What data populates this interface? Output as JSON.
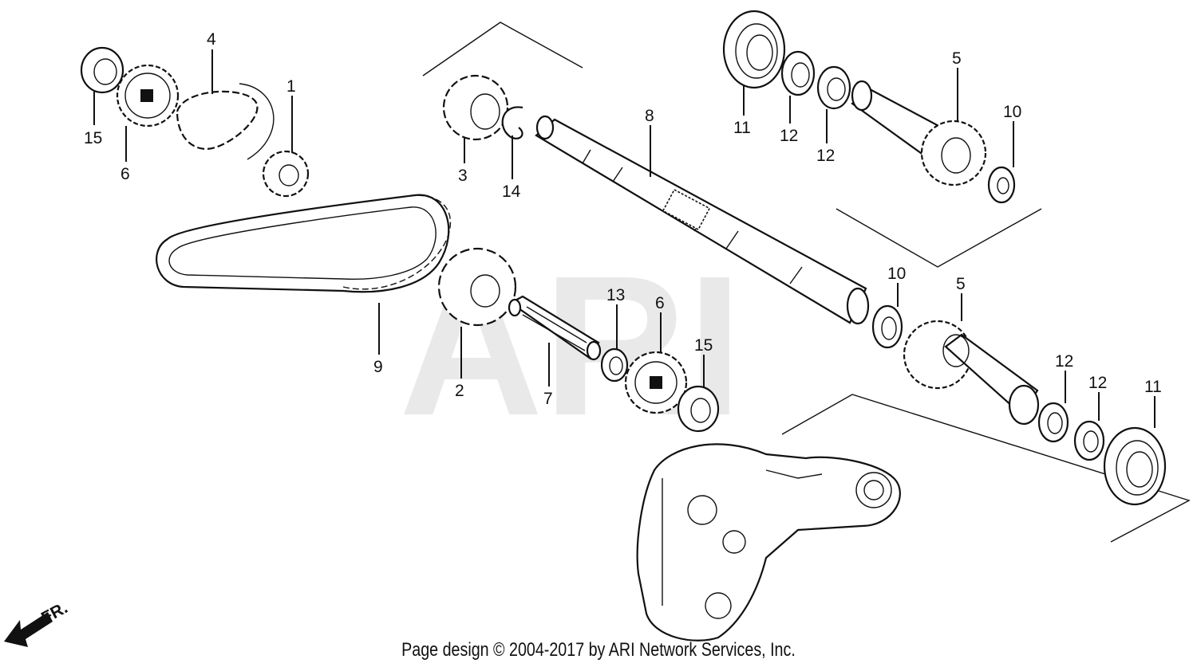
{
  "watermark": "ARI",
  "footer": "Page design © 2004-2017 by ARI Network Services, Inc.",
  "direction_label": "FR.",
  "callouts": {
    "c1": "1",
    "c2": "2",
    "c3": "3",
    "c4": "4",
    "c5a": "5",
    "c5b": "5",
    "c6a": "6",
    "c6b": "6",
    "c7": "7",
    "c8": "8",
    "c9": "9",
    "c10a": "10",
    "c10b": "10",
    "c11a": "11",
    "c11b": "11",
    "c12a": "12",
    "c12b": "12",
    "c12c": "12",
    "c12d": "12",
    "c13": "13",
    "c14": "14",
    "c15a": "15",
    "c15b": "15"
  }
}
